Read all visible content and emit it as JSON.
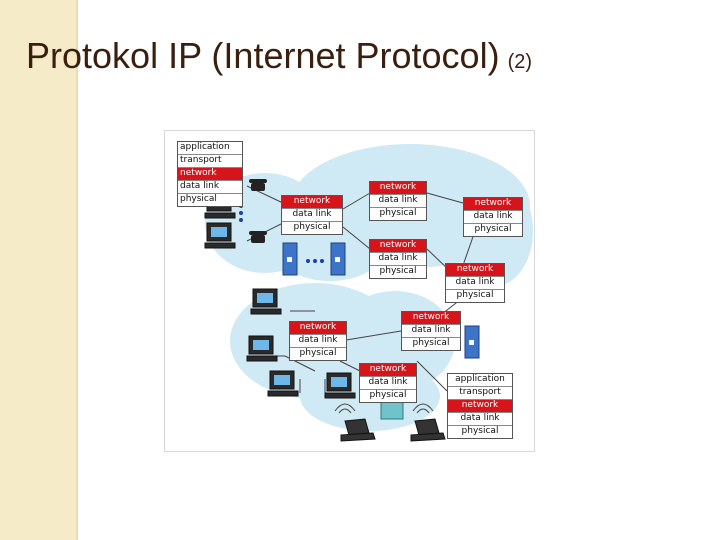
{
  "title": {
    "main": "Protokol IP (Internet Protocol)",
    "suffix": "(2)"
  },
  "layers": {
    "application": "application",
    "transport": "transport",
    "network": "network",
    "data_link": "data link",
    "physical": "physical"
  },
  "colors": {
    "network_highlight": "#d8141b",
    "cloud": "#cfe9f5",
    "title_text": "#3b1f0e",
    "side_band": "#f6ebc8"
  },
  "icons": [
    "telephone-icon",
    "computer-icon",
    "modem-icon",
    "laptop-icon",
    "wireless-icon"
  ]
}
